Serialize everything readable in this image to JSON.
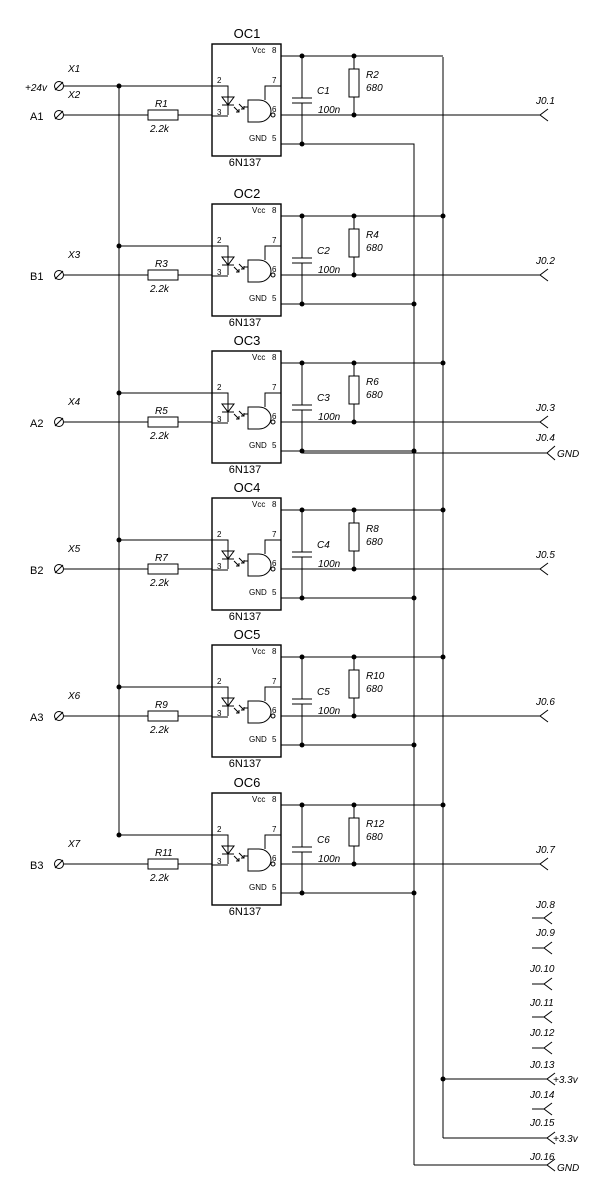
{
  "supply": {
    "terminal": "X1",
    "label": "+24v"
  },
  "channels": [
    {
      "oc": "OC1",
      "ic": "6N137",
      "input": "A1",
      "terminal": "X2",
      "r_in": "R1",
      "r_in_val": "2.2k",
      "cap": "C1",
      "cap_val": "100n",
      "r_pu": "R2",
      "r_pu_val": "680",
      "out": "J0.1"
    },
    {
      "oc": "OC2",
      "ic": "6N137",
      "input": "B1",
      "terminal": "X3",
      "r_in": "R3",
      "r_in_val": "2.2k",
      "cap": "C2",
      "cap_val": "100n",
      "r_pu": "R4",
      "r_pu_val": "680",
      "out": "J0.2"
    },
    {
      "oc": "OC3",
      "ic": "6N137",
      "input": "A2",
      "terminal": "X4",
      "r_in": "R5",
      "r_in_val": "2.2k",
      "cap": "C3",
      "cap_val": "100n",
      "r_pu": "R6",
      "r_pu_val": "680",
      "out": "J0.3"
    },
    {
      "oc": "OC4",
      "ic": "6N137",
      "input": "B2",
      "terminal": "X5",
      "r_in": "R7",
      "r_in_val": "2.2k",
      "cap": "C4",
      "cap_val": "100n",
      "r_pu": "R8",
      "r_pu_val": "680",
      "out": "J0.5"
    },
    {
      "oc": "OC5",
      "ic": "6N137",
      "input": "A3",
      "terminal": "X6",
      "r_in": "R9",
      "r_in_val": "2.2k",
      "cap": "C5",
      "cap_val": "100n",
      "r_pu": "R10",
      "r_pu_val": "680",
      "out": "J0.6"
    },
    {
      "oc": "OC6",
      "ic": "6N137",
      "input": "B3",
      "terminal": "X7",
      "r_in": "R11",
      "r_in_val": "2.2k",
      "cap": "C6",
      "cap_val": "100n",
      "r_pu": "R12",
      "r_pu_val": "680",
      "out": "J0.7"
    }
  ],
  "pins": {
    "vcc": "Vcc",
    "gnd": "GND",
    "p2": "2",
    "p3": "3",
    "p5": "5",
    "p6": "6",
    "p7": "7",
    "p8": "8"
  },
  "connector": {
    "j04": {
      "pin": "J0.4",
      "net": "GND"
    },
    "j08": "J0.8",
    "j09": "J0.9",
    "j010": "J0.10",
    "j011": "J0.11",
    "j012": "J0.12",
    "j013": {
      "pin": "J0.13",
      "net": "+3.3v"
    },
    "j014": "J0.14",
    "j015": {
      "pin": "J0.15",
      "net": "+3.3v"
    },
    "j016": {
      "pin": "J0.16",
      "net": "GND"
    }
  }
}
